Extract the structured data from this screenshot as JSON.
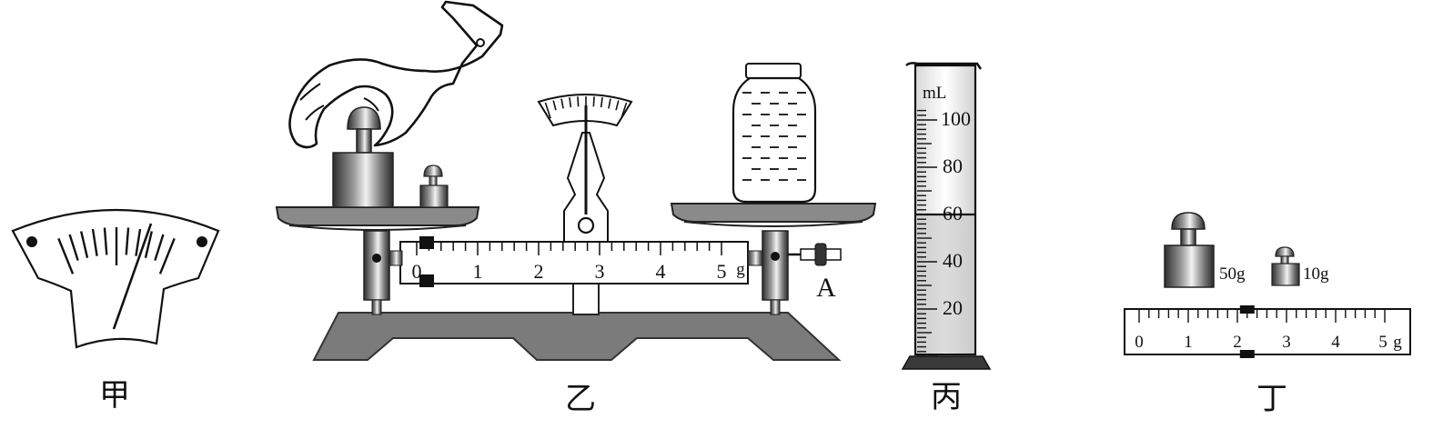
{
  "captions": {
    "jia": "甲",
    "yi": "乙",
    "bing": "丙",
    "ding": "丁"
  },
  "balance": {
    "scale_numbers": [
      "0",
      "1",
      "2",
      "3",
      "4",
      "5"
    ],
    "scale_unit": "g",
    "nut_label": "A"
  },
  "cylinder": {
    "unit": "mL",
    "marks": [
      "100",
      "80",
      "60",
      "40",
      "20"
    ],
    "liquid_level_ml": 60
  },
  "weights": {
    "big_label": "50g",
    "small_label": "10g"
  },
  "ruler": {
    "numbers": [
      "0",
      "1",
      "2",
      "3",
      "4",
      "5"
    ],
    "unit": "g",
    "rider_value_g": 2.2
  },
  "colors": {
    "ink": "#111111",
    "pan_gray": "#8a8a8a",
    "base_gray": "#7b7b7b",
    "metal_dark": "#3a3a3a"
  }
}
